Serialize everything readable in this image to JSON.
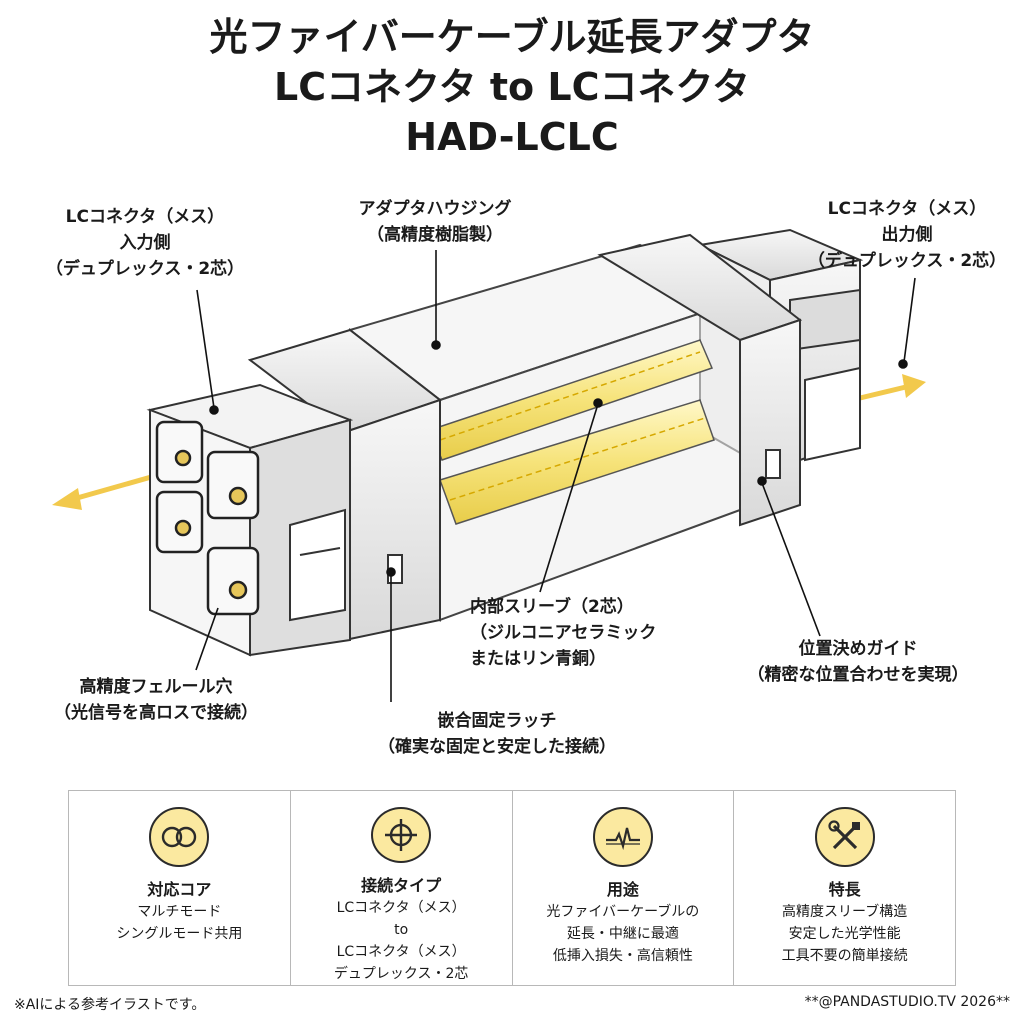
{
  "title": {
    "line1": "光ファイバーケーブル延長アダプタ",
    "line2": "LCコネクタ to LCコネクタ",
    "line3": "HAD-LCLC"
  },
  "callouts": {
    "input": [
      "LCコネクタ（メス）",
      "入力側",
      "（デュプレックス・2芯）"
    ],
    "housing": [
      "アダプタハウジング",
      "（高精度樹脂製）"
    ],
    "output": [
      "LCコネクタ（メス）",
      "出力側",
      "（デュプレックス・2芯）"
    ],
    "ferrule": [
      "高精度フェルール穴",
      "（光信号を高ロスで接続）"
    ],
    "latch": [
      "嵌合固定ラッチ",
      "（確実な固定と安定した接続）"
    ],
    "sleeve": [
      "内部スリーブ（2芯）",
      "（ジルコニアセラミック",
      "またはリン青銅）"
    ],
    "guide": [
      "位置決めガイド",
      "（精密な位置合わせを実現）"
    ]
  },
  "features": [
    {
      "icon": "fiber-core-icon",
      "title": "対応コア",
      "lines": [
        "マルチモード",
        "シングルモード共用"
      ]
    },
    {
      "icon": "crosshair-icon",
      "title": "接続タイプ",
      "lines": [
        "LCコネクタ（メス）",
        "to",
        "LCコネクタ（メス）",
        "デュプレックス・2芯"
      ]
    },
    {
      "icon": "signal-pulse-icon",
      "title": "用途",
      "lines": [
        "光ファイバーケーブルの",
        "延長・中継に最適",
        "低挿入損失・高信頼性"
      ]
    },
    {
      "icon": "tools-icon",
      "title": "特長",
      "lines": [
        "高精度スリーブ構造",
        "安定した光学性能",
        "工具不要の簡単接続"
      ]
    }
  ],
  "colors": {
    "icon_fill": "#fbe9a0",
    "sleeve": "#f6e37a",
    "arrow": "#f2c94c",
    "housing": "#e9e9e9"
  },
  "footer": {
    "left": "※AIによる参考イラストです。",
    "right": "**@PANDASTUDIO.TV 2026**"
  }
}
